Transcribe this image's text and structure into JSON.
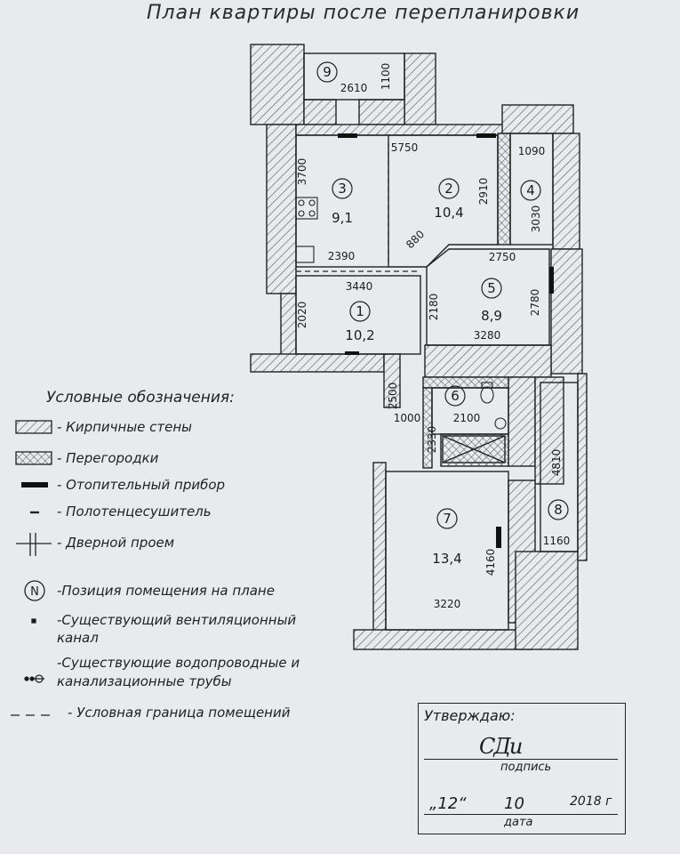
{
  "title": "План квартиры после перепланировки",
  "rooms": [
    {
      "num": "1",
      "area": "10,2"
    },
    {
      "num": "2",
      "area": "10,4"
    },
    {
      "num": "3",
      "area": "9,1"
    },
    {
      "num": "4",
      "area": ""
    },
    {
      "num": "5",
      "area": "8,9"
    },
    {
      "num": "6",
      "area": ""
    },
    {
      "num": "7",
      "area": "13,4"
    },
    {
      "num": "8",
      "area": ""
    },
    {
      "num": "9",
      "area": ""
    }
  ],
  "dimensions": {
    "d2610": "2610",
    "d1100": "1100",
    "d5750": "5750",
    "d3700": "3700",
    "d2910": "2910",
    "d1090": "1090",
    "d3030": "3030",
    "d880": "880",
    "d2390": "2390",
    "d2750": "2750",
    "d3440": "3440",
    "d2020": "2020",
    "d2180": "2180",
    "d2780": "2780",
    "d3280": "3280",
    "d2500": "2500",
    "d1000": "1000",
    "d2100": "2100",
    "d2330": "2330",
    "d4810": "4810",
    "d1160": "1160",
    "d4160": "4160",
    "d3220": "3220"
  },
  "legend": {
    "heading": "Условные обозначения:",
    "items": [
      "- Кирпичные стены",
      "- Перегородки",
      "- Отопительный прибор",
      "- Полотенцесушитель",
      "- Дверной проем",
      "-Позиция помещения на плане",
      "-Существующий вентиляционный",
      "канал",
      "-Существующие водопроводные и",
      "канализационные трубы",
      "- Условная граница помещений"
    ],
    "symbol_n": "N"
  },
  "approval": {
    "heading": "Утверждаю:",
    "signature_caption": "подпись",
    "day": "„12“",
    "month": "10",
    "year": "2018 г",
    "date_caption": "дата",
    "signature_mark": "СДи"
  },
  "colors": {
    "ink": "#1c1c1f",
    "paper": "#e9eaee",
    "hatch": "#55565c"
  }
}
